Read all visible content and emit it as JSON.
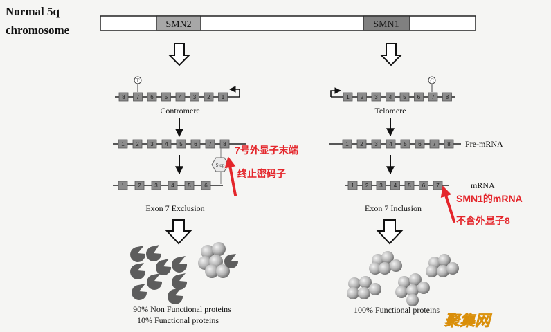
{
  "title_line1": "Normal 5q",
  "title_line2": "chromosome",
  "chromosome": {
    "gene_left": "SMN2",
    "gene_right": "SMN1"
  },
  "markers": {
    "left": "T",
    "right": "C"
  },
  "left": {
    "gene_exons": [
      "8",
      "7",
      "6",
      "5",
      "4",
      "3",
      "2",
      "1"
    ],
    "gene_label": "Contromere",
    "premrna_exons": [
      "1",
      "2",
      "3",
      "4",
      "5",
      "6",
      "7",
      "8"
    ],
    "mrna_exons": [
      "1",
      "2",
      "3",
      "4",
      "5",
      "6"
    ],
    "stop_label": "Stop",
    "outcome_label": "Exon 7 Exclusion",
    "result_line1": "90% Non Functional proteins",
    "result_line2": "10% Functional proteins"
  },
  "right": {
    "gene_exons": [
      "1",
      "2",
      "3",
      "4",
      "5",
      "6",
      "7",
      "8"
    ],
    "gene_label": "Telomere",
    "premrna_exons": [
      "1",
      "2",
      "3",
      "4",
      "5",
      "6",
      "7",
      "8"
    ],
    "premrna_label": "Pre-mRNA",
    "mrna_exons": [
      "1",
      "2",
      "3",
      "4",
      "5",
      "6",
      "7"
    ],
    "mrna_label": "mRNA",
    "outcome_label": "Exon 7 Inclusion",
    "result_line1": "100% Functional proteins"
  },
  "annotations": {
    "a1": "7号外显子末端",
    "a2": "终止密码子",
    "a3": "SMN1的mRNA",
    "a4": "不含外显子8"
  },
  "watermark": "聚集网",
  "colors": {
    "exon": "#8c8c8c",
    "gene_box": "#a7a7a7",
    "annotation": "#e4262b",
    "watermark": "#f1b51c"
  }
}
